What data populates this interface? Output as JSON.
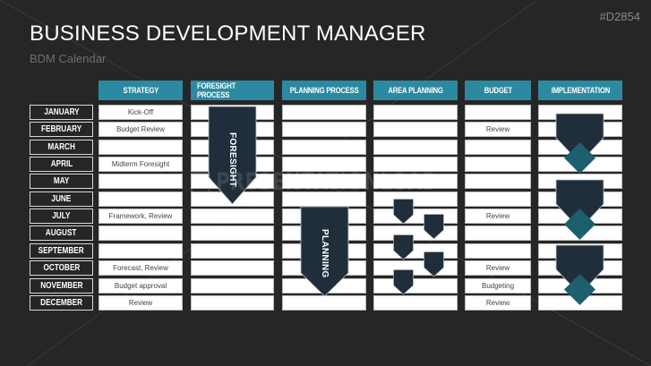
{
  "header": {
    "title": "BUSINESS DEVELOPMENT MANAGER",
    "subtitle": "BDM Calendar",
    "code": "#D2854"
  },
  "watermark": "PRESENTATIONLOAD",
  "colors": {
    "background": "#262626",
    "header_teal": "#2b8aa1",
    "shape_dark": "#202d3a",
    "diamond_teal": "#1d5f6e",
    "cell_white": "#ffffff"
  },
  "columns": [
    {
      "key": "strategy",
      "label": "STRATEGY"
    },
    {
      "key": "foresight",
      "label": "FORESIGHT PROCESS"
    },
    {
      "key": "planning",
      "label": "PLANNING PROCESS"
    },
    {
      "key": "area",
      "label": "AREA PLANNING"
    },
    {
      "key": "budget",
      "label": "BUDGET"
    },
    {
      "key": "implementation",
      "label": "IMPLEMENTATION"
    }
  ],
  "months": [
    "JANUARY",
    "FEBRUARY",
    "MARCH",
    "APRIL",
    "MAY",
    "JUNE",
    "JULY",
    "AUGUST",
    "SEPTEMBER",
    "OCTOBER",
    "NOVEMBER",
    "DECEMBER"
  ],
  "strategy": [
    "Kick-Off",
    "Budget Review",
    "",
    "Midterm Foresight",
    "",
    "",
    "Framework, Review",
    "",
    "",
    "Forecast, Review",
    "Budget approval",
    "Review"
  ],
  "budget": [
    "",
    "Review",
    "",
    "",
    "",
    "",
    "Review",
    "",
    "",
    "Review",
    "Budgeting",
    "Review"
  ],
  "shapes": {
    "foresight_label": "FORESIGHT",
    "planning_label": "PLANNING"
  }
}
